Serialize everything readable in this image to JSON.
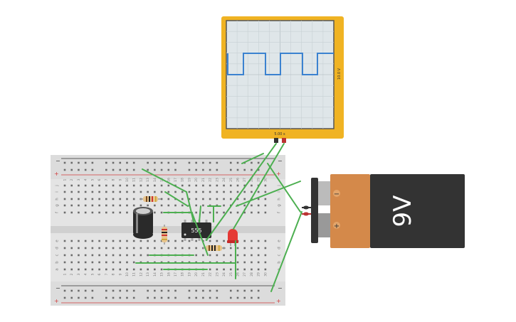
{
  "oscilloscope": {
    "time_label": "5.00 s",
    "volt_label": "10.0 V",
    "frame_color": "#f0b323",
    "trace_color": "#3b82d0"
  },
  "breadboard": {
    "rail_minus": "−",
    "rail_plus": "+",
    "rows_top": [
      "j",
      "i",
      "h",
      "g",
      "f"
    ],
    "rows_bottom": [
      "e",
      "d",
      "c",
      "b",
      "a"
    ],
    "columns": [
      "1",
      "2",
      "3",
      "4",
      "5",
      "6",
      "7",
      "8",
      "9",
      "10",
      "11",
      "12",
      "13",
      "14",
      "15",
      "16",
      "17",
      "18",
      "19",
      "20",
      "21",
      "22",
      "23",
      "24",
      "25",
      "26",
      "27",
      "28",
      "29",
      "30"
    ],
    "rail_red": "#d23b3b",
    "rail_dark": "#333333"
  },
  "ic": {
    "label": "555"
  },
  "battery": {
    "label": "9V",
    "minus": "−",
    "plus": "+",
    "body_color": "#333333",
    "cap_color": "#d4894a"
  },
  "wire_color": "#4caf50"
}
